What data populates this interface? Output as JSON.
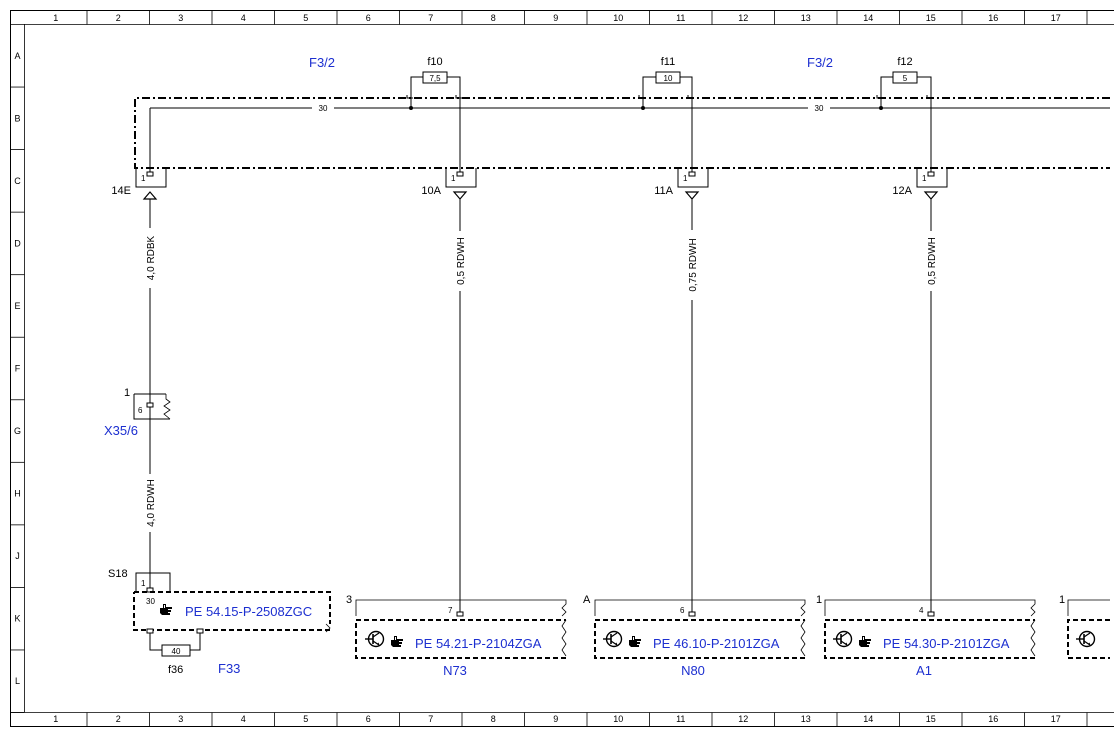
{
  "grid": {
    "columns": [
      "1",
      "2",
      "3",
      "4",
      "5",
      "6",
      "7",
      "8",
      "9",
      "10",
      "11",
      "12",
      "13",
      "14",
      "15",
      "16",
      "17"
    ],
    "rows": [
      "A",
      "B",
      "C",
      "D",
      "E",
      "F",
      "G",
      "H",
      "J",
      "K",
      "L"
    ]
  },
  "fuse_box_labels": {
    "left": "F3/2",
    "right": "F3/2"
  },
  "bus_label": "30",
  "fuses": [
    {
      "name": "f10",
      "rating": "7,5"
    },
    {
      "name": "f11",
      "rating": "10"
    },
    {
      "name": "f12",
      "rating": "5"
    }
  ],
  "circuits": [
    {
      "terminal_pin": "1",
      "connector": "14E",
      "wire": "4,0 RDBK"
    },
    {
      "terminal_pin": "1",
      "connector": "10A",
      "wire": "0,5 RDWH"
    },
    {
      "terminal_pin": "1",
      "connector": "11A",
      "wire": "0,75 RDWH"
    },
    {
      "terminal_pin": "1",
      "connector": "12A",
      "wire": "0,5 RDWH"
    }
  ],
  "connector_x35": {
    "label": "X35/6",
    "pin_outer": "1",
    "pin_inner": "6",
    "wire_below": "4,0 RDWH"
  },
  "splice": {
    "label": "S18",
    "pin": "1",
    "bus": "30",
    "ref": "PE 54.15-P-2508ZGC",
    "fuse_rating": "40",
    "fuse_name": "f36",
    "component": "F33"
  },
  "components": [
    {
      "slot": "3",
      "pin": "7",
      "ref": "PE 54.21-P-2104ZGA",
      "name": "N73"
    },
    {
      "slot": "A",
      "pin": "6",
      "ref": "PE 46.10-P-2101ZGA",
      "name": "N80"
    },
    {
      "slot": "1",
      "pin": "4",
      "ref": "PE 54.30-P-2101ZGA",
      "name": "A1"
    },
    {
      "slot": "1",
      "pin": "",
      "ref": "",
      "name": ""
    }
  ],
  "colors": {
    "link_text": "#1c2fd0",
    "line": "#000000"
  },
  "icons": [
    "hand-pointer-icon",
    "transistor-icon",
    "ground-arrow-icon",
    "fuse-icon"
  ]
}
